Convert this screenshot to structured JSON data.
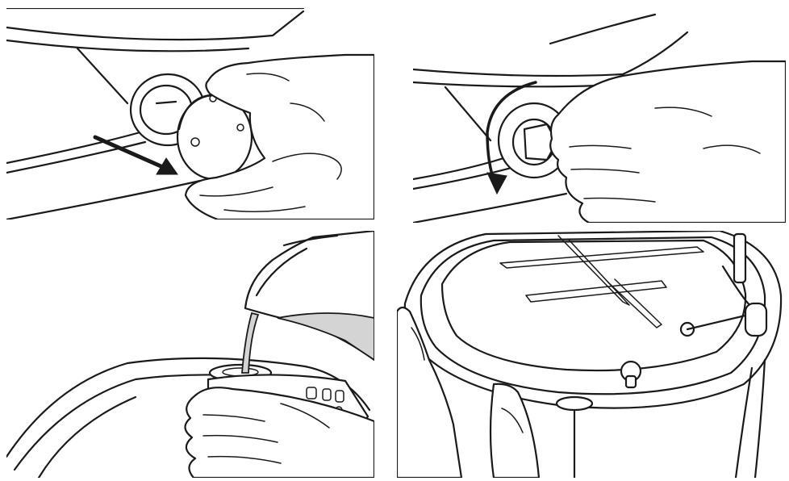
{
  "figure": {
    "panels": [
      {
        "id": "p1",
        "depicts": "hand-removing-cap-from-port",
        "arrow_direction": "down-right"
      },
      {
        "id": "p2",
        "depicts": "hand-turning-knob",
        "arrow_direction": "counter-clockwise"
      },
      {
        "id": "p3",
        "depicts": "pouring-liquid-from-jug-into-opening"
      },
      {
        "id": "p4",
        "depicts": "hands-holding-tank-underside-with-grid-plate"
      }
    ],
    "colors": {
      "line": "#1a1a1a",
      "background": "#ffffff",
      "liquid": "#d4d4d4"
    }
  }
}
